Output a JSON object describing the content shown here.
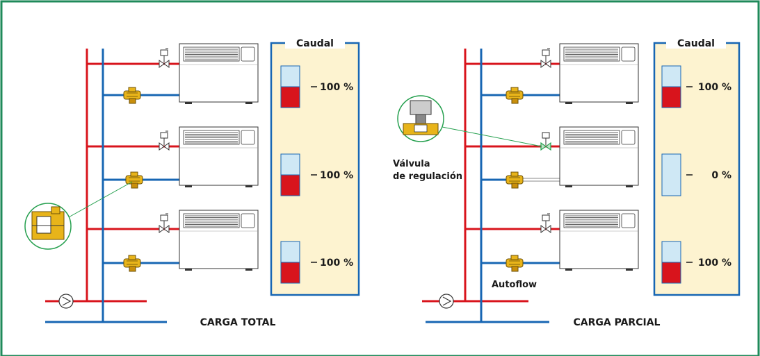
{
  "colors": {
    "frame": "#1f8a5a",
    "supply_pipe": "#d8141c",
    "return_pipe": "#1766b3",
    "panel_bg": "#fdf3d0",
    "panel_border": "#1766b3",
    "flow_fill": "#d8141c",
    "flow_empty": "#cfe8f5",
    "valve": "#e8b41a"
  },
  "left": {
    "caption": "CARGA TOTAL",
    "panel_title": "Caudal",
    "flows": [
      {
        "label": "100 %",
        "fraction": 0.5
      },
      {
        "label": "100 %",
        "fraction": 0.5
      },
      {
        "label": "100 %",
        "fraction": 0.5
      }
    ]
  },
  "right": {
    "caption": "CARGA PARCIAL",
    "panel_title": "Caudal",
    "flows": [
      {
        "label": "100 %",
        "fraction": 0.5
      },
      {
        "label": "0 %",
        "fraction": 0
      },
      {
        "label": "100 %",
        "fraction": 0.5
      }
    ],
    "valve_label_1": "Válvula",
    "valve_label_2": "de regulación",
    "autoflow_label": "Autoflow"
  },
  "icons": [
    "pump-icon",
    "radiator-icon",
    "two-way-valve-icon",
    "autoflow-valve-icon",
    "zoom-detail-icon"
  ]
}
